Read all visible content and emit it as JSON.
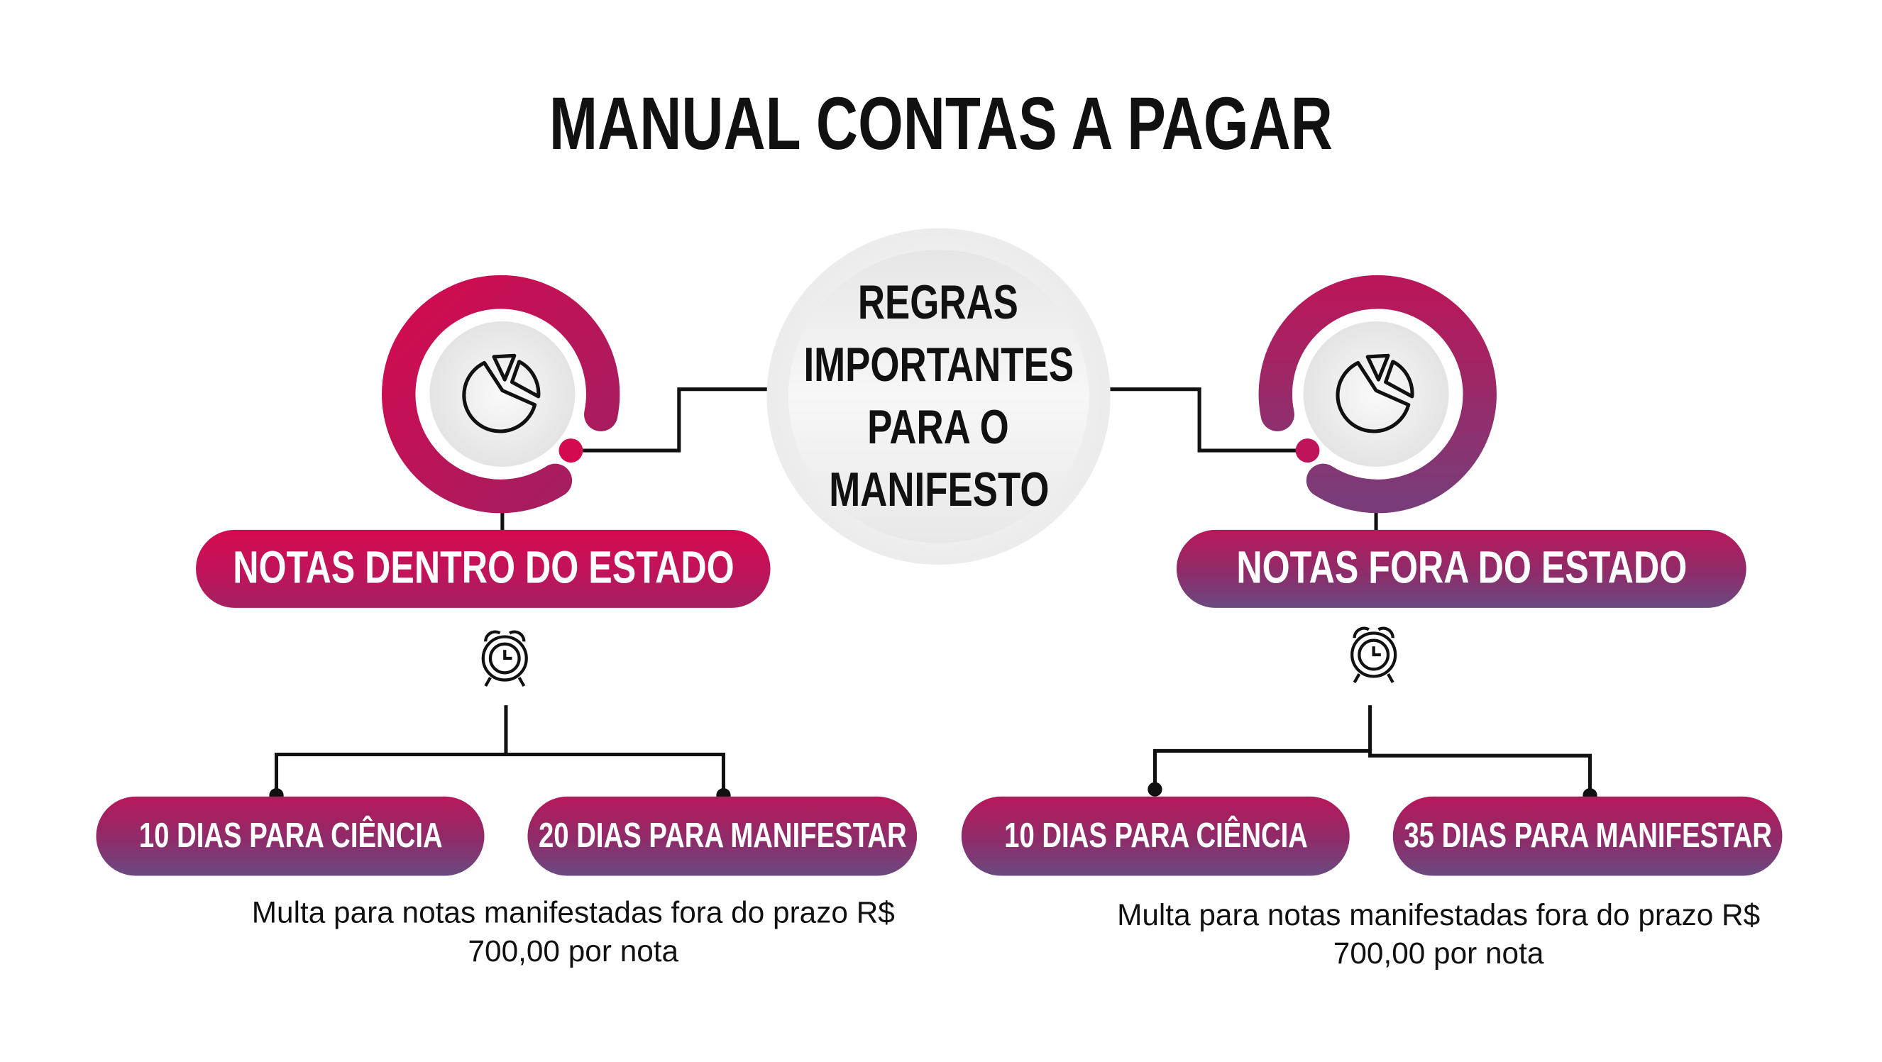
{
  "title": "MANUAL CONTAS A PAGAR",
  "center": {
    "lines": [
      "REGRAS",
      "IMPORTANTES",
      "PARA O",
      "MANIFESTO"
    ]
  },
  "left": {
    "header": "NOTAS DENTRO DO ESTADO",
    "icon": "pie-chart-icon",
    "timer_icon": "alarm-clock-icon",
    "items": [
      "10 DIAS PARA CIÊNCIA",
      "20 DIAS PARA MANIFESTAR"
    ],
    "note_line1": "Multa para notas manifestadas fora do prazo R$",
    "note_line2": "700,00 por nota"
  },
  "right": {
    "header": "NOTAS FORA DO ESTADO",
    "icon": "pie-chart-icon",
    "timer_icon": "alarm-clock-icon",
    "items": [
      "10 DIAS PARA CIÊNCIA",
      "35 DIAS PARA MANIFESTAR"
    ],
    "note_line1": "Multa para notas manifestadas fora do prazo R$",
    "note_line2": "700,00 por nota"
  },
  "colors": {
    "pink": "#d40a50",
    "purple": "#6a4a80",
    "line": "#111111"
  }
}
